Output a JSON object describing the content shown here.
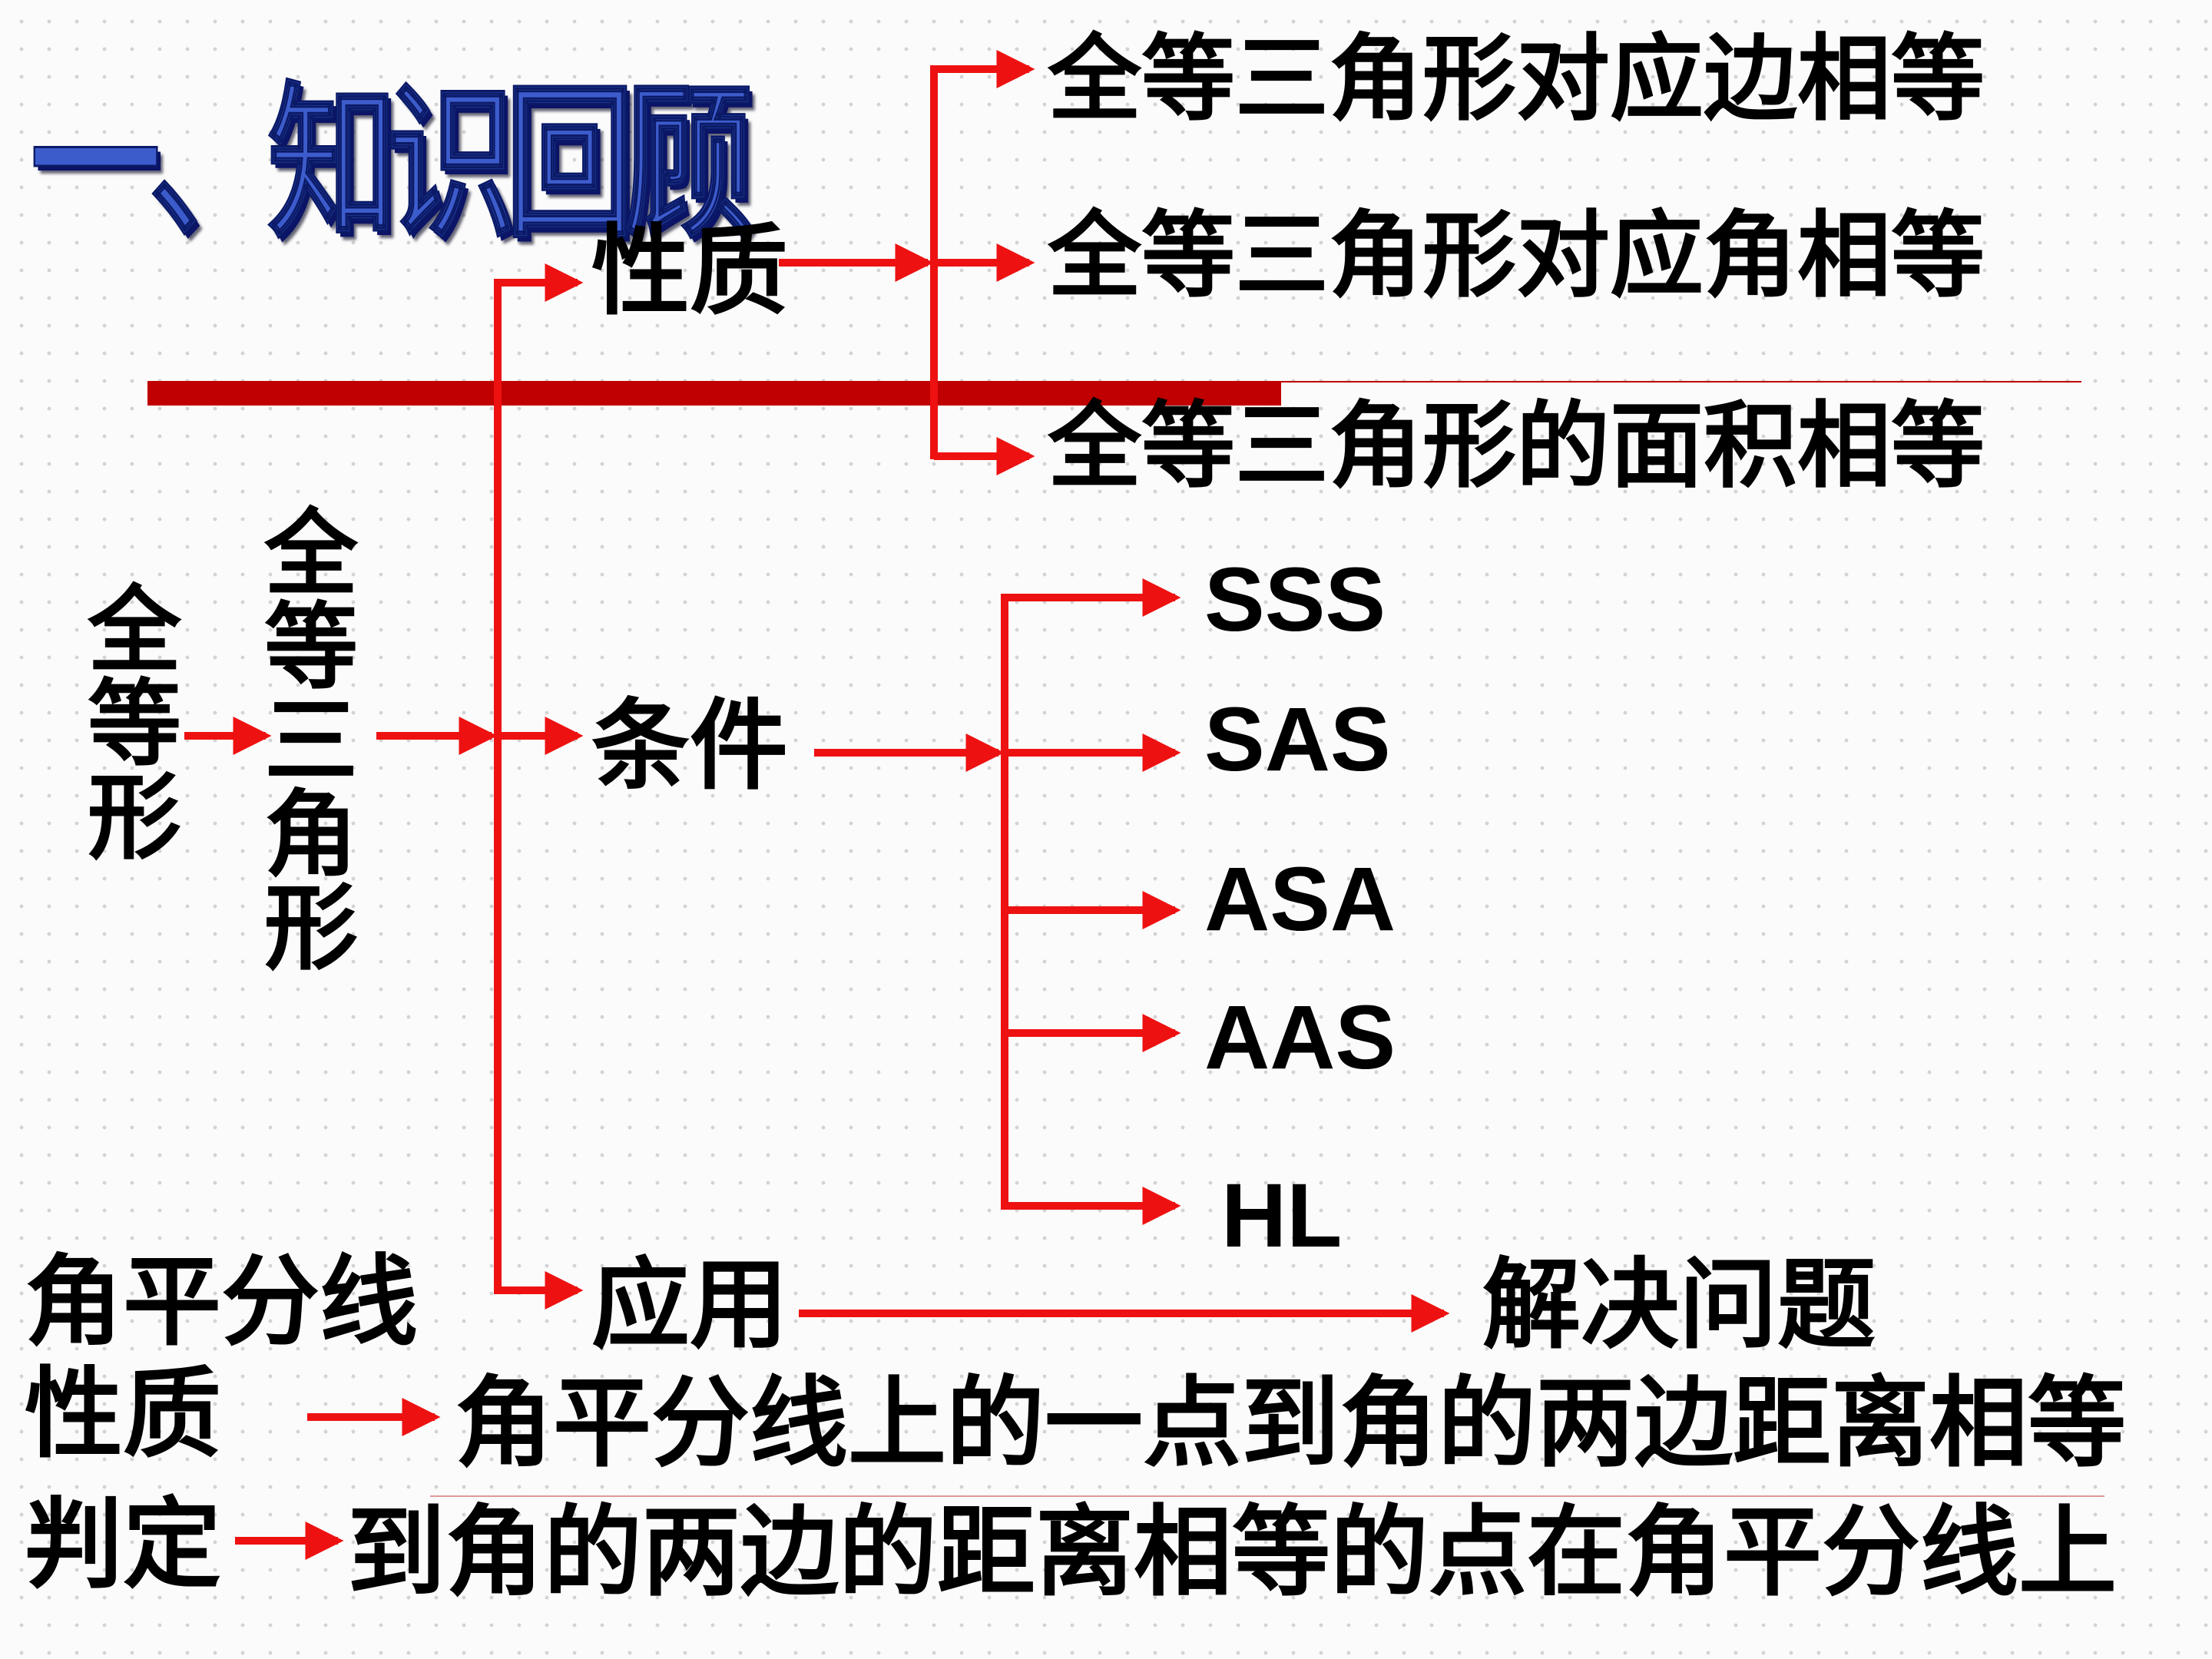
{
  "colors": {
    "arrow": "#ee1111",
    "bar": "#c00000",
    "title": "#3d5ccc",
    "text": "#000000"
  },
  "title": "一、知识回顾",
  "root": {
    "left_label": [
      "全",
      "等",
      "形"
    ],
    "center_label": [
      "全",
      "等",
      "三",
      "角",
      "形"
    ]
  },
  "branches": {
    "properties": {
      "label": "性质",
      "items": [
        "全等三角形对应边相等",
        "全等三角形对应角相等",
        "全等三角形的面积相等"
      ]
    },
    "conditions": {
      "label": "条件",
      "items": [
        "SSS",
        "SAS",
        "ASA",
        "AAS",
        "HL"
      ]
    },
    "application": {
      "label": "应用",
      "result": "解决问题"
    }
  },
  "angle_bisector": {
    "heading": "角平分线",
    "property_label": "性质",
    "property_text": "角平分线上的一点到角的两边距离相等",
    "judgement_label": "判定",
    "judgement_text": "到角的两边的距离相等的点在角平分线上"
  }
}
